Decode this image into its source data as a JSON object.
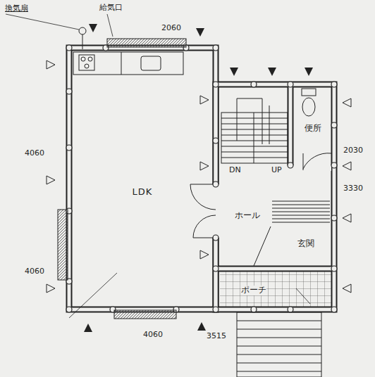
{
  "diagram": {
    "nodes": [
      {
        "text": [
          "LDK"
        ]
      },
      {
        "text": [
          "便所"
        ]
      },
      {
        "text": [
          "ホール"
        ]
      },
      {
        "text": [
          "玄関"
        ]
      },
      {
        "text": [
          "ポーチ"
        ]
      }
    ],
    "labels": [
      "換気扇",
      "給気口",
      "2060",
      "4060",
      "4060",
      "DN",
      "UP",
      "2030",
      "3330",
      "4060",
      "3515"
    ]
  }
}
